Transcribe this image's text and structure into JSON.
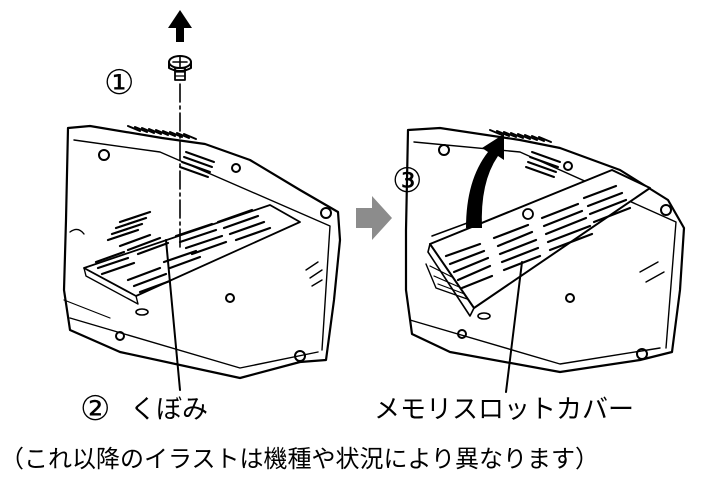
{
  "labels": {
    "step1": "①",
    "step2": "②",
    "step3": "③",
    "recess": "くぼみ",
    "memory_slot_cover": "メモリスロットカバー",
    "note": "（これ以降のイラストは機種や状況により異なります）"
  },
  "colors": {
    "line": "#000000",
    "arrow_fill": "#000000",
    "transition_arrow": "#8c8c8c",
    "background": "#ffffff"
  },
  "icons": {
    "lift_arrow": "up-arrow-icon",
    "screw": "screw-icon",
    "transition": "right-arrow-icon",
    "remove_cover": "curved-up-arrow-icon"
  }
}
